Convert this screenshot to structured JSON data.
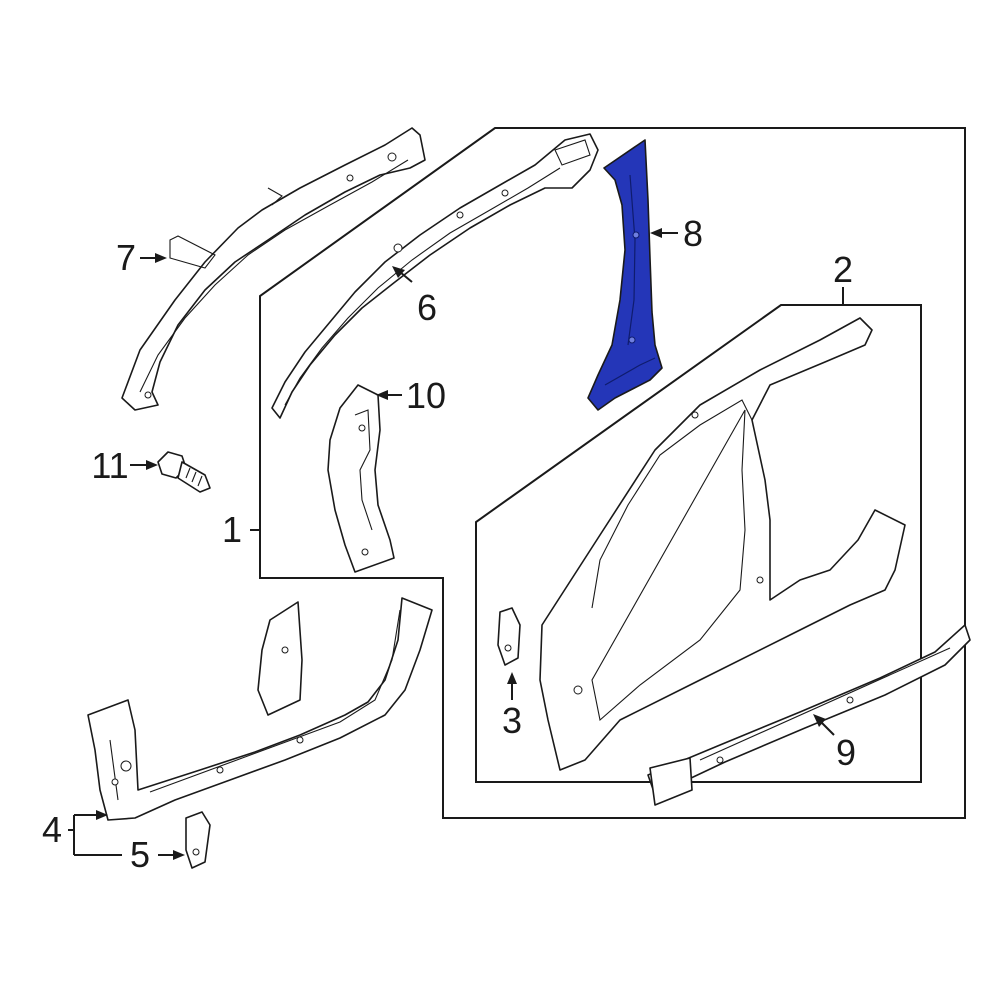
{
  "diagram": {
    "highlight_color": "#2436b8",
    "line_color": "#1a1a1a",
    "callouts": [
      {
        "id": "c1",
        "label": "1"
      },
      {
        "id": "c2",
        "label": "2"
      },
      {
        "id": "c3",
        "label": "3"
      },
      {
        "id": "c4",
        "label": "4"
      },
      {
        "id": "c5",
        "label": "5"
      },
      {
        "id": "c6",
        "label": "6"
      },
      {
        "id": "c7",
        "label": "7"
      },
      {
        "id": "c8",
        "label": "8"
      },
      {
        "id": "c9",
        "label": "9"
      },
      {
        "id": "c10",
        "label": "10"
      },
      {
        "id": "c11",
        "label": "11"
      }
    ],
    "highlighted_part": "8"
  }
}
